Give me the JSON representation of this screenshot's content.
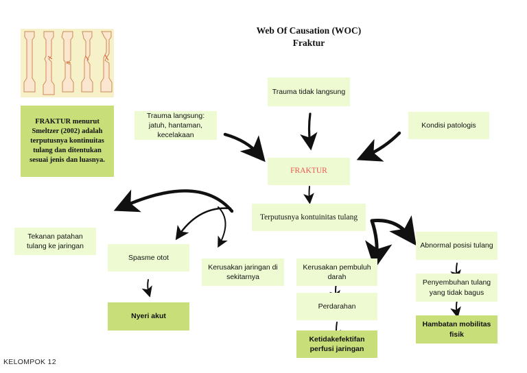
{
  "title": {
    "line1": "Web Of Causation (WOC)",
    "line2": "Fraktur"
  },
  "definition": "FRAKTUR menurut Smeltzer (2002) adalah terputusnya kontinuitas tulang dan ditentukan sesuai jenis dan luasnya.",
  "nodes": {
    "trauma_tidak_langsung": "Trauma tidak langsung",
    "trauma_langsung": "Trauma langsung: jatuh, hantaman, kecelakaan",
    "kondisi_patologis": "Kondisi patologis",
    "fraktur": "FRAKTUR",
    "terputusnya": "Terputusnya kontuinitas tulang",
    "tekanan_patahan": "Tekanan patahan tulang ke jaringan",
    "spasme_otot": "Spasme otot",
    "kerusakan_jaringan": "Kerusakan jaringan di sekitarnya",
    "nyeri_akut": "Nyeri akut",
    "kerusakan_pembuluh": "Kerusakan pembuluh darah",
    "perdarahan": "Perdarahan",
    "ketidakefektifan": "Ketidakefektifan perfusi jaringan",
    "abnormal_posisi": "Abnormal posisi tulang",
    "penyembuhan": "Penyembuhan tulang yang tidak bagus",
    "hambatan": "Hambatan mobilitas fisik"
  },
  "colors": {
    "light_box": "#eefad2",
    "dark_box": "#c7de79",
    "fraktur_text": "#e8584f"
  },
  "footer": "KELOMPOK 12"
}
